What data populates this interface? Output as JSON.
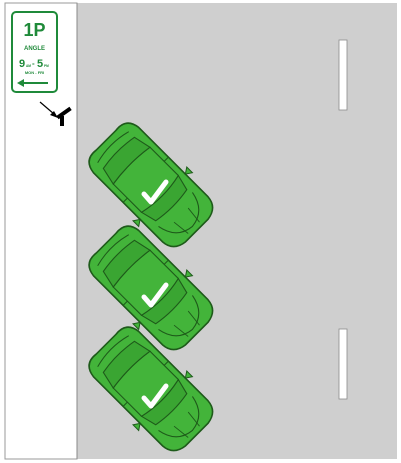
{
  "sign": {
    "limit": "1P",
    "type": "ANGLE",
    "hours_start": "9",
    "hours_start_suffix": "AM",
    "hours_sep": "-",
    "hours_end": "5",
    "hours_end_suffix": "PM",
    "days": "MON - FRI",
    "direction_icon": "arrow-left-icon"
  },
  "colors": {
    "road": "#cfcfcf",
    "footpath": "#ffffff",
    "car_fill": "#43b43a",
    "car_outline": "#1e5a1a",
    "sign_green": "#1f8a3a",
    "lane_marking": "#ffffff"
  },
  "cars": [
    {
      "status_icon": "checkmark-icon",
      "status": "correct"
    },
    {
      "status_icon": "checkmark-icon",
      "status": "correct"
    },
    {
      "status_icon": "checkmark-icon",
      "status": "correct"
    }
  ]
}
